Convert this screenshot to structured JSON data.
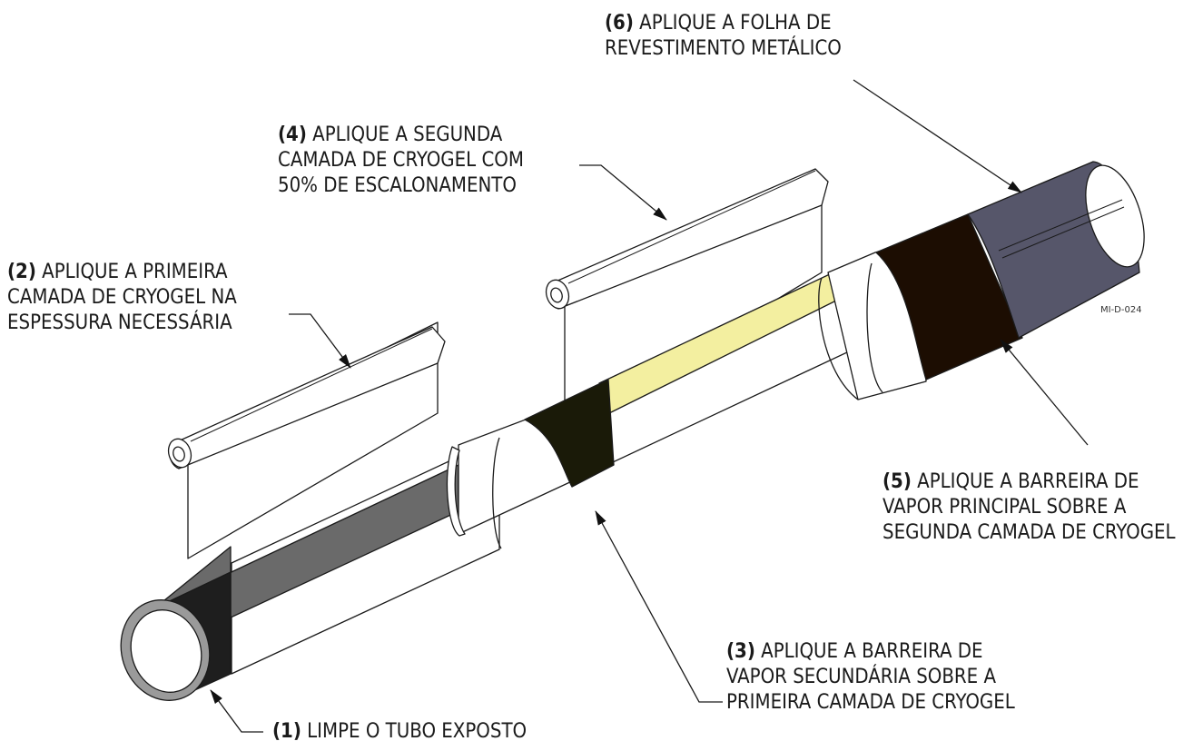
{
  "steps": [
    {
      "num": "(1)",
      "line1": " LIMPE O TUBO EXPOSTO",
      "line2": "",
      "line3": ""
    },
    {
      "num": "(2)",
      "line1": " APLIQUE A PRIMEIRA",
      "line2": "CAMADA DE CRYOGEL NA",
      "line3": "ESPESSURA NECESSÁRIA"
    },
    {
      "num": "(3)",
      "line1": " APLIQUE A BARREIRA DE",
      "line2": "VAPOR SECUNDÁRIA SOBRE A",
      "line3": "PRIMEIRA CAMADA DE CRYOGEL"
    },
    {
      "num": "(4)",
      "line1": " APLIQUE A SEGUNDA",
      "line2": "CAMADA DE CRYOGEL COM",
      "line3": "50% DE ESCALONAMENTO"
    },
    {
      "num": "(5)",
      "line1": " APLIQUE A BARREIRA DE",
      "line2": "VAPOR PRINCIPAL SOBRE A",
      "line3": "SEGUNDA CAMADA DE CRYOGEL"
    },
    {
      "num": "(6)",
      "line1": " APLIQUE A FOLHA DE",
      "line2": "REVESTIMENTO METÁLICO",
      "line3": ""
    }
  ],
  "drawing_ref": "MI-D-024",
  "colors": {
    "pipe": "#5a5a5a",
    "secondary_vapor_barrier": "#f2ef9a",
    "primary_vapor_barrier": "#ef7a1a",
    "metal_jacketing": "#c9c9d9",
    "cryogel": "#ffffff",
    "outline": "#1a1a1a"
  }
}
